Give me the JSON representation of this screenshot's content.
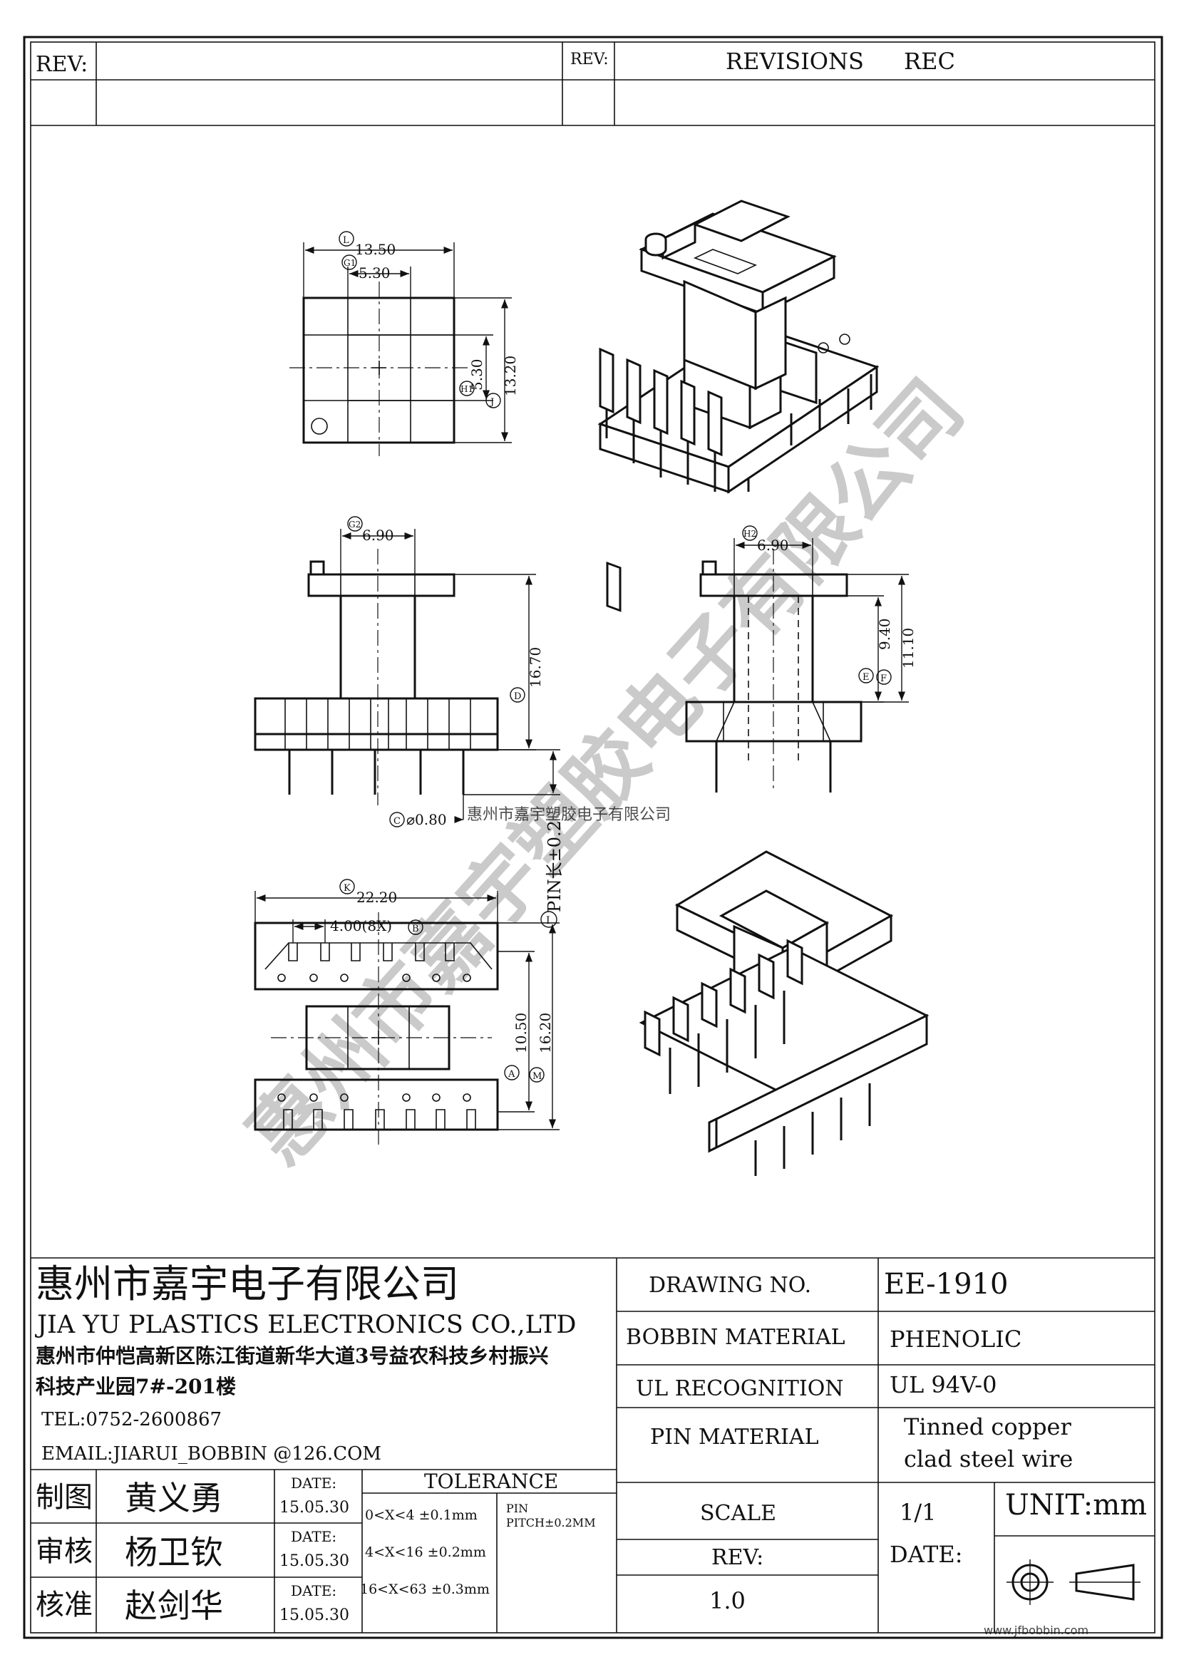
{
  "revision_block": {
    "rev_label_left": "REV:",
    "rev_label_mid": "REV:",
    "revisions_label": "REVISIONS",
    "rec_label": "REC"
  },
  "dimensions": {
    "top_view": {
      "L": "13.50",
      "G1": "5.30",
      "H1": "5.30",
      "J": "13.20"
    },
    "front_view": {
      "G2": "6.90",
      "D": "16.70",
      "C": "⌀0.80",
      "pin_length": "PIN长±0.2"
    },
    "side_view": {
      "H2": "6.90",
      "E": "9.40",
      "F": "11.10"
    },
    "bottom_view": {
      "K": "22.20",
      "B": "4.00(8X)",
      "A": "10.50",
      "M": "16.20"
    }
  },
  "balloons": {
    "L": "L",
    "G1": "G1",
    "H1": "H1",
    "J": "J",
    "G2": "G2",
    "D": "D",
    "C": "C",
    "I": "I",
    "H2": "H2",
    "E": "E",
    "F": "F",
    "K": "K",
    "B": "B",
    "A": "A",
    "M": "M"
  },
  "watermarks": {
    "center_text": "惠州市嘉宇塑胶电子有限公司",
    "diagonal_text": "惠州市嘉宇塑胶电子有限公司",
    "footer_url": "www.jfbobbin.com"
  },
  "title_block": {
    "company_cn": "惠州市嘉宇电子有限公司",
    "company_en": "JIA YU PLASTICS ELECTRONICS CO.,LTD",
    "address_line1": "惠州市仲恺高新区陈江街道新华大道3号益农科技乡村振兴",
    "address_line2": "科技产业园7#-201楼",
    "tel": "TEL:0752-2600867",
    "email": "EMAIL:JIARUI_BOBBIN @126.COM",
    "drawing_no_label": "DRAWING  NO.",
    "drawing_no": "EE-1910",
    "bobbin_material_label": "BOBBIN  MATERIAL",
    "bobbin_material": "PHENOLIC",
    "ul_label": "UL RECOGNITION",
    "ul_value": "UL 94V-0",
    "pin_material_label": "PIN MATERIAL",
    "pin_material_line1": "Tinned copper",
    "pin_material_line2": "clad steel wire",
    "scale_label": "SCALE",
    "scale_value": "1/1",
    "unit": "UNIT:mm",
    "date_label": "DATE:",
    "rev_label": "REV:",
    "rev_value": "1.0",
    "tolerance_label": "TOLERANCE",
    "tolerance_rows": [
      "0<X<4  ±0.1mm",
      "4<X<16 ±0.2mm",
      "16<X<63 ±0.3mm"
    ],
    "pin_pitch_line1": "PIN",
    "pin_pitch_line2": "PITCH±0.2MM",
    "approvals": [
      {
        "role": "制图",
        "name": "黄义勇",
        "date_label": "DATE:",
        "date": "15.05.30"
      },
      {
        "role": "审核",
        "name": "杨卫钦",
        "date_label": "DATE:",
        "date": "15.05.30"
      },
      {
        "role": "核准",
        "name": "赵剑华",
        "date_label": "DATE:",
        "date": "15.05.30"
      }
    ]
  }
}
